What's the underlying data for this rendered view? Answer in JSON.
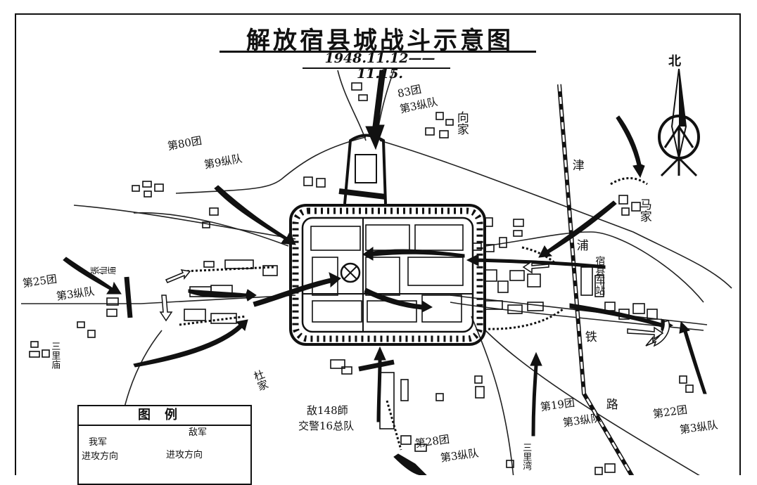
{
  "title": "解放宿县城战斗示意图",
  "subtitle": "1948.11.12——11.15.",
  "north_label": "北",
  "labels": {
    "regiment_83": "83团",
    "column_3_a": "第3纵队",
    "xiang_jia": "向家",
    "regiment_80": "第80团",
    "column_9": "第9纵队",
    "ma_jia": "马家",
    "jin": "津",
    "pu": "浦",
    "su_xian_station": "宿县车站",
    "tie": "铁",
    "lu": "路",
    "zhang_xian_miao": "張仙庙",
    "regiment_25": "第25团",
    "column_3_b": "第3纵队",
    "san_li_miao": "三里庙",
    "du_jia": "杜家",
    "enemy_148": "敌148師",
    "enemy_police": "交警16总队",
    "regiment_28": "第28团",
    "column_3_c": "第3纵队",
    "regiment_19": "第19团",
    "column_3_d": "第3纵队",
    "regiment_22": "第22团",
    "column_3_e": "第3纵队",
    "san_li_wan": "三里湾"
  },
  "legend": {
    "title": "图例",
    "ours": "我军",
    "ours_dir": "进攻方向",
    "enemy": "敌军",
    "enemy_dir": "进攻方向"
  }
}
